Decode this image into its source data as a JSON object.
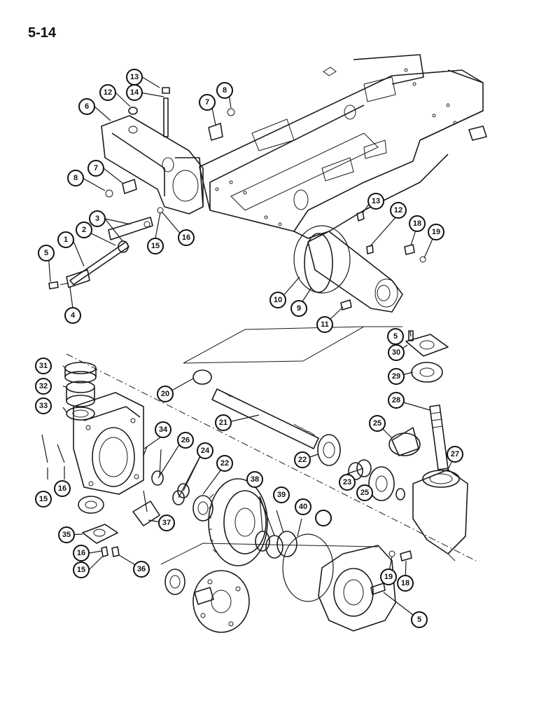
{
  "page_number": "5-14",
  "callouts": [
    "1",
    "2",
    "3",
    "4",
    "5",
    "6",
    "7",
    "8",
    "9",
    "10",
    "11",
    "12",
    "13",
    "14",
    "15",
    "16",
    "18",
    "19",
    "20",
    "21",
    "22",
    "23",
    "24",
    "25",
    "26",
    "27",
    "28",
    "29",
    "30",
    "31",
    "32",
    "33",
    "34",
    "35",
    "36",
    "37",
    "38",
    "39",
    "40"
  ]
}
